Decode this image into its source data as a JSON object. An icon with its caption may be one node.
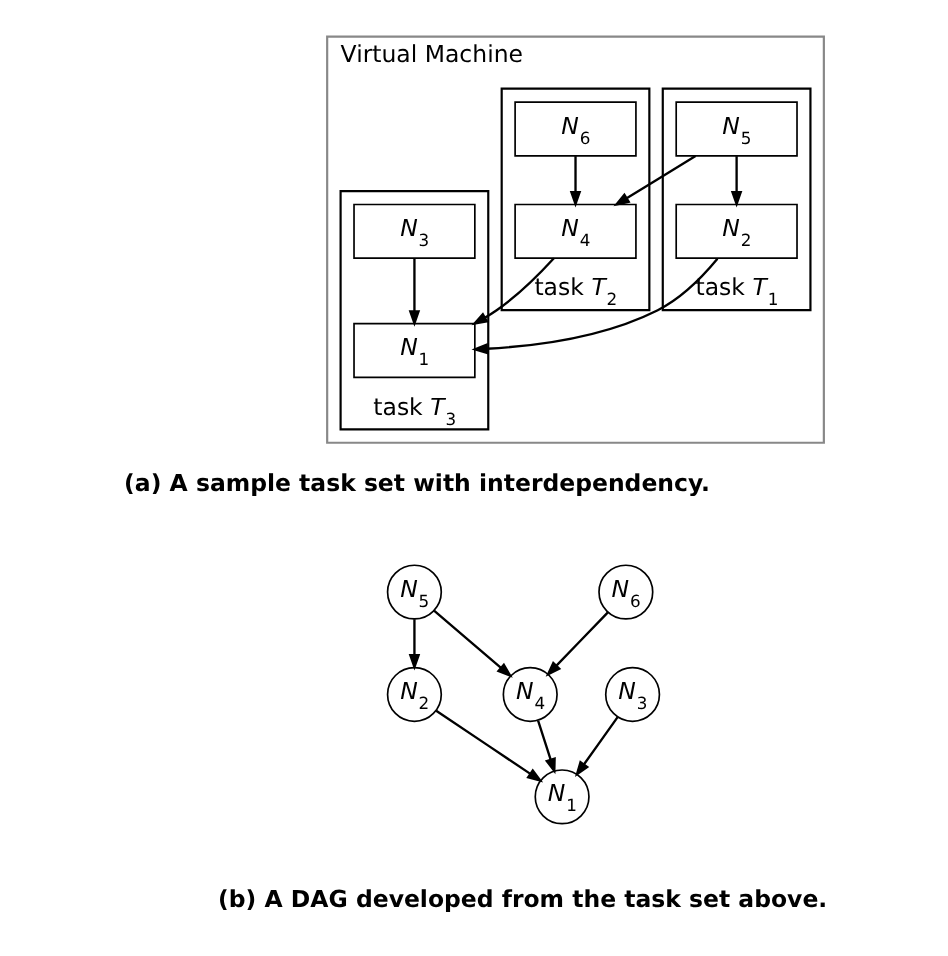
{
  "diagram": {
    "nodes": [
      {
        "text": [
          "Virtual Machine"
        ]
      },
      {
        "text": [
          "task *T*$_{1}$"
        ],
        "in": 0
      },
      {
        "text": [
          "*N*$_{5}$"
        ],
        "in": 1
      },
      {
        "text": [
          "*N*$_{2}$"
        ],
        "in": 1
      },
      {
        "text": [
          "task *T*$_{2}$"
        ],
        "in": 0
      },
      {
        "text": [
          "*N*$_{6}$"
        ],
        "in": 4
      },
      {
        "text": [
          "*N*$_{4}$"
        ],
        "in": 4
      },
      {
        "text": [
          "task *T*$_{3}$"
        ],
        "in": 0
      },
      {
        "text": [
          "*N*$_{3}$"
        ],
        "in": 7
      },
      {
        "text": [
          "*N*$_{1}$"
        ],
        "in": 7
      },
      {
        "text": [
          "*N*$_{5}$"
        ]
      },
      {
        "text": [
          "*N*$_{2}$"
        ]
      },
      {
        "text": [
          "*N*$_{4}$"
        ]
      },
      {
        "text": [
          "*N*$_{6}$"
        ]
      },
      {
        "text": [
          "*N*$_{1}$"
        ]
      },
      {
        "text": [
          "*N*$_{3}$"
        ]
      }
    ],
    "edges": [
      {
        "from": 2,
        "to": 3,
        "arrow": "to"
      },
      {
        "from": 2,
        "to": 6,
        "arrow": "to"
      },
      {
        "from": 5,
        "to": 6,
        "arrow": "to"
      },
      {
        "from": 8,
        "to": 9,
        "arrow": "to"
      },
      {
        "from": 3,
        "to": 9,
        "arrow": "to"
      },
      {
        "from": 6,
        "to": 9,
        "arrow": "to"
      },
      {
        "from": 10,
        "to": 11,
        "arrow": "to"
      },
      {
        "from": 10,
        "to": 12,
        "arrow": "to"
      },
      {
        "from": 13,
        "to": 12,
        "arrow": "to"
      },
      {
        "from": 11,
        "to": 14,
        "arrow": "to"
      },
      {
        "from": 12,
        "to": 14,
        "arrow": "to"
      },
      {
        "from": 15,
        "to": 14,
        "arrow": "to"
      }
    ],
    "labels": [
      "(a) A sample task set with interdependency.",
      "(b) A DAG developed from the task set above."
    ]
  }
}
